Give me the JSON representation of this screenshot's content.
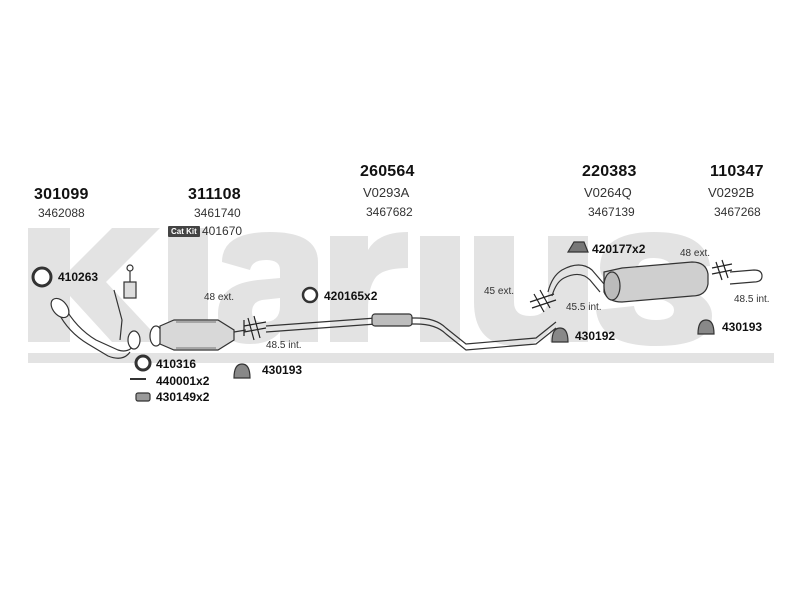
{
  "watermark": {
    "text": "Klarius",
    "color": "#e2e2e2"
  },
  "parts": [
    {
      "number": "301099",
      "ref": "3462088"
    },
    {
      "number": "311108",
      "ref": "3461740",
      "kit_label": "Cat Kit",
      "kit_ref": "401670"
    },
    {
      "number": "260564",
      "sub": "V0293A",
      "ref": "3467682"
    },
    {
      "number": "220383",
      "sub": "V0264Q",
      "ref": "3467139"
    },
    {
      "number": "110347",
      "sub": "V0292B",
      "ref": "3467268"
    }
  ],
  "accessories": {
    "a1": "410263",
    "a2": "410316",
    "a3": "440001x2",
    "a4": "430149x2",
    "a5": "430193",
    "a6": "420165x2",
    "a7": "420177x2",
    "a8": "430192",
    "a9": "430193"
  },
  "dimensions": {
    "d1": "48 ext.",
    "d2": "48.5 int.",
    "d3": "45 ext.",
    "d4": "45.5 int.",
    "d5": "48 ext.",
    "d6": "48.5 int."
  }
}
